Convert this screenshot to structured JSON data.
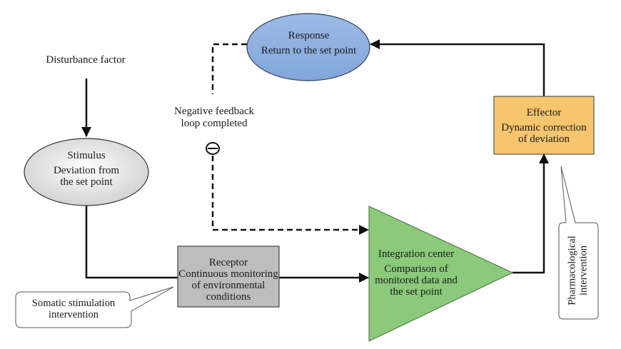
{
  "diagram": {
    "type": "negative-feedback-loop",
    "colors": {
      "response_fill": "#8fb1e0",
      "stimulus_fill": "#dcdcdc",
      "receptor_fill": "#bdbdbd",
      "integration_fill": "#8bc97b",
      "effector_fill": "#f6c56e",
      "line": "#111111"
    },
    "nodes": {
      "response": {
        "title": "Response",
        "desc": [
          "Return to the set point"
        ]
      },
      "stimulus": {
        "title": "Stimulus",
        "desc": [
          "Deviation from",
          "the set point"
        ]
      },
      "receptor": {
        "title": "Receptor",
        "desc": [
          "Continuous monitoring",
          "of environmental",
          "conditions"
        ]
      },
      "integration": {
        "title": "Integration center",
        "desc": [
          "Comparison of",
          "monitored data and",
          "the set point"
        ]
      },
      "effector": {
        "title": "Effector",
        "desc": [
          "Dynamic correction",
          "of deviation"
        ]
      }
    },
    "labels": {
      "disturbance": "Disturbance factor",
      "feedback": [
        "Negative feedback",
        "loop completed"
      ],
      "minus_symbol": "minus"
    },
    "callouts": {
      "somatic": [
        "Somatic stimulation",
        "intervention"
      ],
      "pharmacological": [
        "Pharmacological",
        "intervention"
      ]
    },
    "edges": [
      {
        "from": "disturbance",
        "to": "stimulus",
        "style": "solid"
      },
      {
        "from": "stimulus",
        "to": "receptor",
        "style": "solid"
      },
      {
        "from": "receptor",
        "to": "integration",
        "style": "solid"
      },
      {
        "from": "integration",
        "to": "effector",
        "style": "solid"
      },
      {
        "from": "effector",
        "to": "response",
        "style": "solid"
      },
      {
        "from": "response",
        "to": "integration",
        "style": "dashed",
        "label": "Negative feedback loop completed"
      }
    ]
  }
}
